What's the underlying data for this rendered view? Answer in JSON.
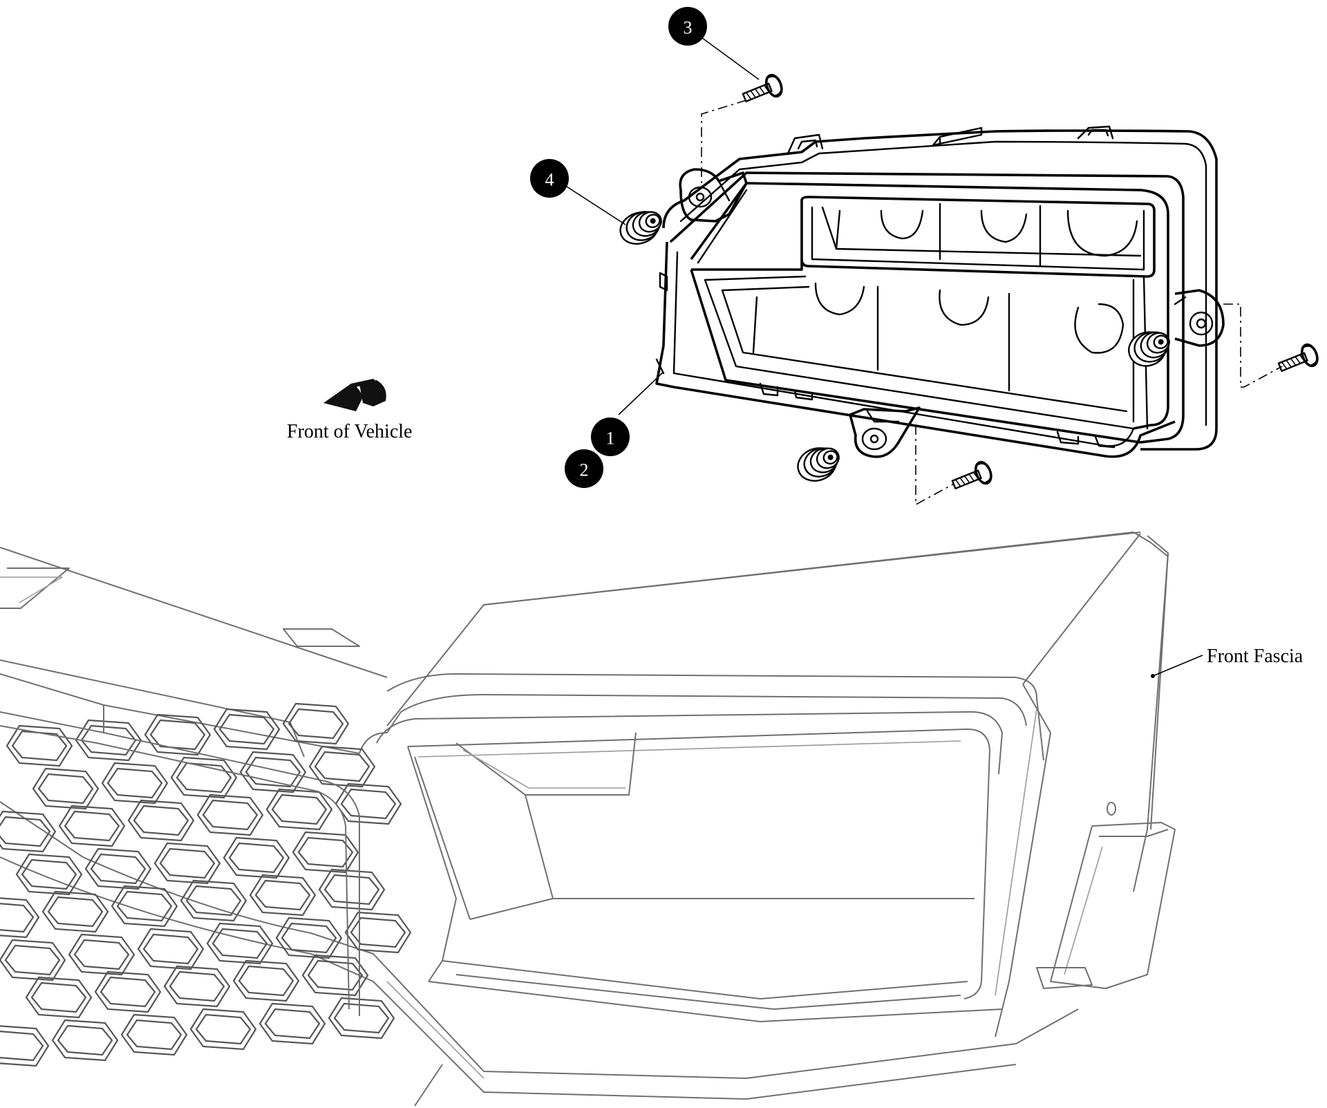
{
  "callouts": [
    {
      "id": "1",
      "label": "1"
    },
    {
      "id": "2",
      "label": "2"
    },
    {
      "id": "3",
      "label": "3"
    },
    {
      "id": "4",
      "label": "4"
    }
  ],
  "labels": {
    "front_of_vehicle": "Front of Vehicle",
    "front_fascia": "Front Fascia"
  },
  "icons": {
    "direction_arrow": "front-direction-arrow-icon"
  },
  "colors": {
    "callout_fill": "#000000",
    "callout_text": "#ffffff",
    "fascia_stroke": "#6f6f6f"
  }
}
